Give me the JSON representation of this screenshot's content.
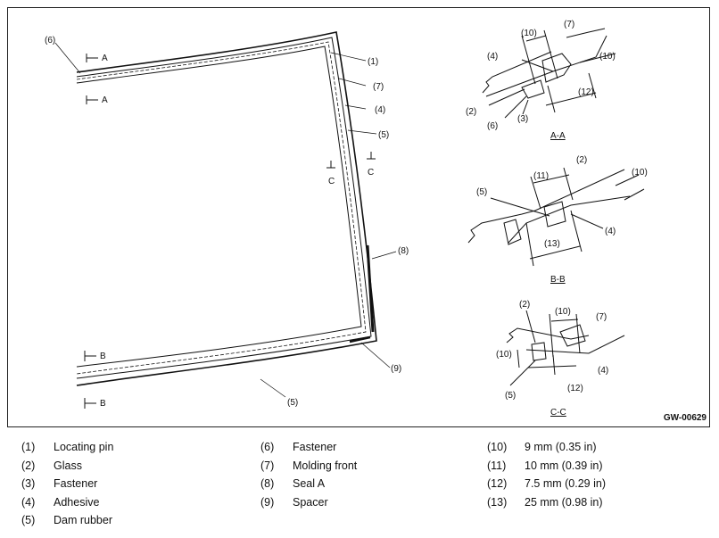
{
  "figure_code": "GW-00629",
  "sections": {
    "aa": "A-A",
    "bb": "B-B",
    "cc": "C-C"
  },
  "markers": {
    "a": "A",
    "b": "B",
    "c": "C"
  },
  "callouts": {
    "n1": "(1)",
    "n2": "(2)",
    "n3": "(3)",
    "n4": "(4)",
    "n5": "(5)",
    "n6": "(6)",
    "n7": "(7)",
    "n8": "(8)",
    "n9": "(9)",
    "n10": "(10)",
    "n11": "(11)",
    "n12": "(12)",
    "n13": "(13)"
  },
  "legend": {
    "col1": [
      {
        "num": "(1)",
        "text": "Locating pin"
      },
      {
        "num": "(2)",
        "text": "Glass"
      },
      {
        "num": "(3)",
        "text": "Fastener"
      },
      {
        "num": "(4)",
        "text": "Adhesive"
      },
      {
        "num": "(5)",
        "text": "Dam rubber"
      }
    ],
    "col2": [
      {
        "num": "(6)",
        "text": "Fastener"
      },
      {
        "num": "(7)",
        "text": "Molding front"
      },
      {
        "num": "(8)",
        "text": "Seal A"
      },
      {
        "num": "(9)",
        "text": "Spacer"
      }
    ],
    "col3": [
      {
        "num": "(10)",
        "text": "9 mm (0.35 in)"
      },
      {
        "num": "(11)",
        "text": "10 mm (0.39 in)"
      },
      {
        "num": "(12)",
        "text": "7.5 mm (0.29 in)"
      },
      {
        "num": "(13)",
        "text": "25 mm (0.98 in)"
      }
    ]
  }
}
